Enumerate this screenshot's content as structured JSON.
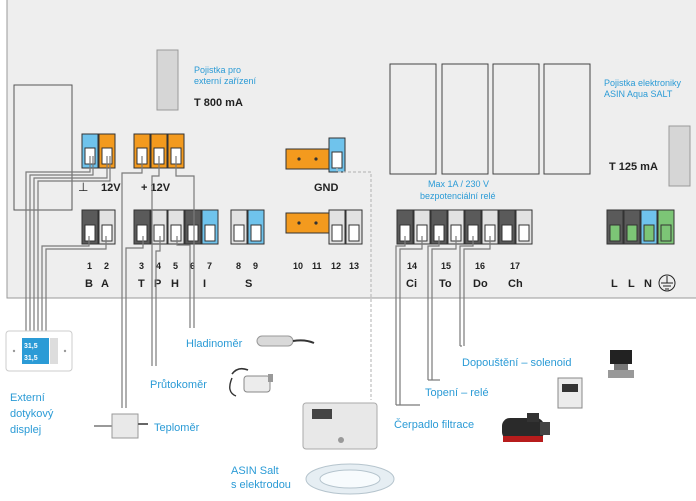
{
  "labels": {
    "fuse_ext_note": [
      "Pojistka pro",
      "externí zařízení"
    ],
    "fuse_ext_value": "T 800 mA",
    "fuse_elec_note": [
      "Pojistka elektroniky",
      "ASIN Aqua SALT"
    ],
    "fuse_elec_value": "T 125 mA",
    "relay_note": [
      "Max 1A / 230 V",
      "bezpotenciální relé"
    ],
    "v12_a": "12V",
    "v12_b": "+ 12V",
    "gnd": "GND"
  },
  "terminal_numbers": [
    "1",
    "2",
    "3",
    "4",
    "5",
    "6",
    "7",
    "8",
    "9",
    "10",
    "11",
    "12",
    "13",
    "14",
    "15",
    "16",
    "17"
  ],
  "terminal_letters": {
    "b": "B",
    "a": "A",
    "t": "T",
    "p": "P",
    "h": "H",
    "i": "I",
    "s": "S",
    "ci": "Ci",
    "to": "To",
    "do": "Do",
    "ch": "Ch",
    "l1": "L",
    "l2": "L",
    "n": "N"
  },
  "devices": {
    "hladinomer": "Hladinoměr",
    "prutokomer": "Průtokoměr",
    "teplomer": "Teploměr",
    "display": [
      "Externí",
      "dotykový",
      "displej"
    ],
    "display_values": [
      "31,5",
      "31,5"
    ],
    "asin": [
      "ASIN Salt",
      "s elektrodou"
    ],
    "cerpadlo": "Čerpadlo filtrace",
    "topeni": "Topení – relé",
    "dopousteni": "Dopouštění – solenoid"
  },
  "colors": {
    "accent": "#2b9bd6",
    "board": "#eeeeee",
    "blue_terminal": "#6fc3ec",
    "orange_terminal": "#f39a1e",
    "green_terminal": "#7cc576",
    "dark_terminal": "#5a5a5a",
    "light_terminal": "#e2e2e2"
  }
}
